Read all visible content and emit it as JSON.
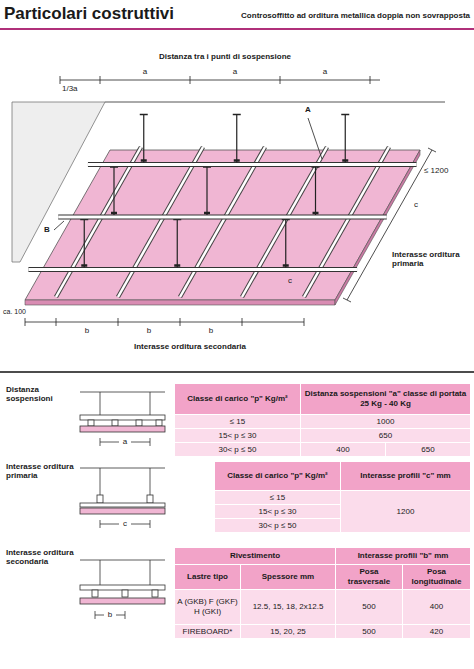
{
  "diagram": {
    "title": "Particolari costruttivi",
    "labels": [
      "Controsoffitto ad orditura metallica doppia non sovrapposta",
      "Distanza tra i punti di sospensione",
      "1/3a",
      "a",
      "a",
      "a",
      "A",
      "B",
      "c",
      "c",
      "≤ 1200",
      "Interasse orditura primaria",
      "ca. 100",
      "b",
      "b",
      "b",
      "Interasse orditura secondaria",
      "Distanza sospensioni",
      "a",
      "Classe di carico \"p\" Kg/m²",
      "Distanza sospensioni \"a\" classe di portata 25 Kg - 40 Kg",
      "≤ 15",
      "1000",
      "15< p ≤ 30",
      "650",
      "30< p ≤ 50",
      "400",
      "650",
      "Interasse orditura primaria",
      "c",
      "Classe di carico \"p\" Kg/m²",
      "Interasse profili \"c\" mm",
      "≤ 15",
      "15< p ≤ 30",
      "30< p ≤ 50",
      "1200",
      "Interasse orditura secondaria",
      "b",
      "Rivestimento",
      "Interasse profili \"b\" mm",
      "Lastre tipo",
      "Spessore mm",
      "Posa trasversale",
      "Posa longitudinale",
      "A (GKB) F (GKF) H (GKI)",
      "12.5, 15, 18, 2x12.5",
      "500",
      "400",
      "FIREBOARD*",
      "15, 20, 25",
      "500",
      "420"
    ]
  }
}
